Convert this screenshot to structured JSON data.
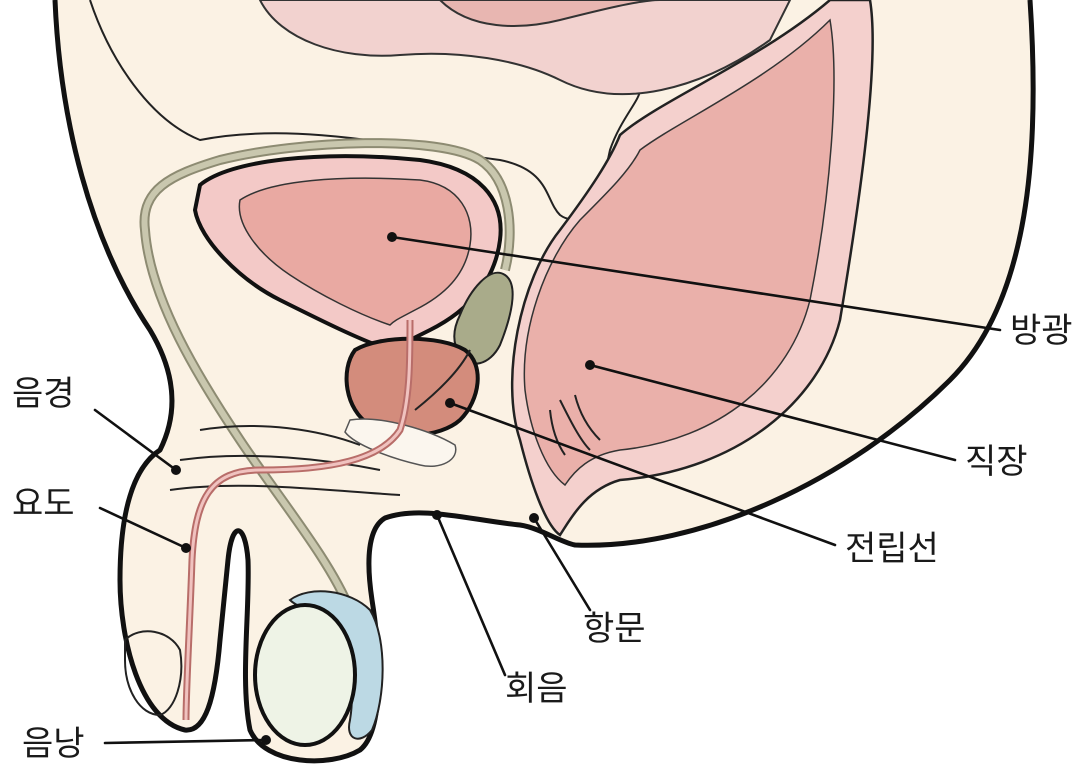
{
  "colors": {
    "body_fill": "#fbf2e4",
    "bladder_wall": "#f3c9c7",
    "bladder_inner": "#e9a9a2",
    "rectum": "#eab0aa",
    "prostate": "#d38c7c",
    "seminal_vesicle": "#a9ab8a",
    "vas_deferens": "#c9c7ae",
    "testis": "#eef3e6",
    "epididymis": "#bcd9e4",
    "urethra": "#d6918d"
  },
  "labels": {
    "bladder": "방광",
    "rectum": "직장",
    "prostate": "전립선",
    "anus": "항문",
    "perineum": "회음",
    "penis": "음경",
    "urethra": "요도",
    "scrotum": "음낭"
  }
}
